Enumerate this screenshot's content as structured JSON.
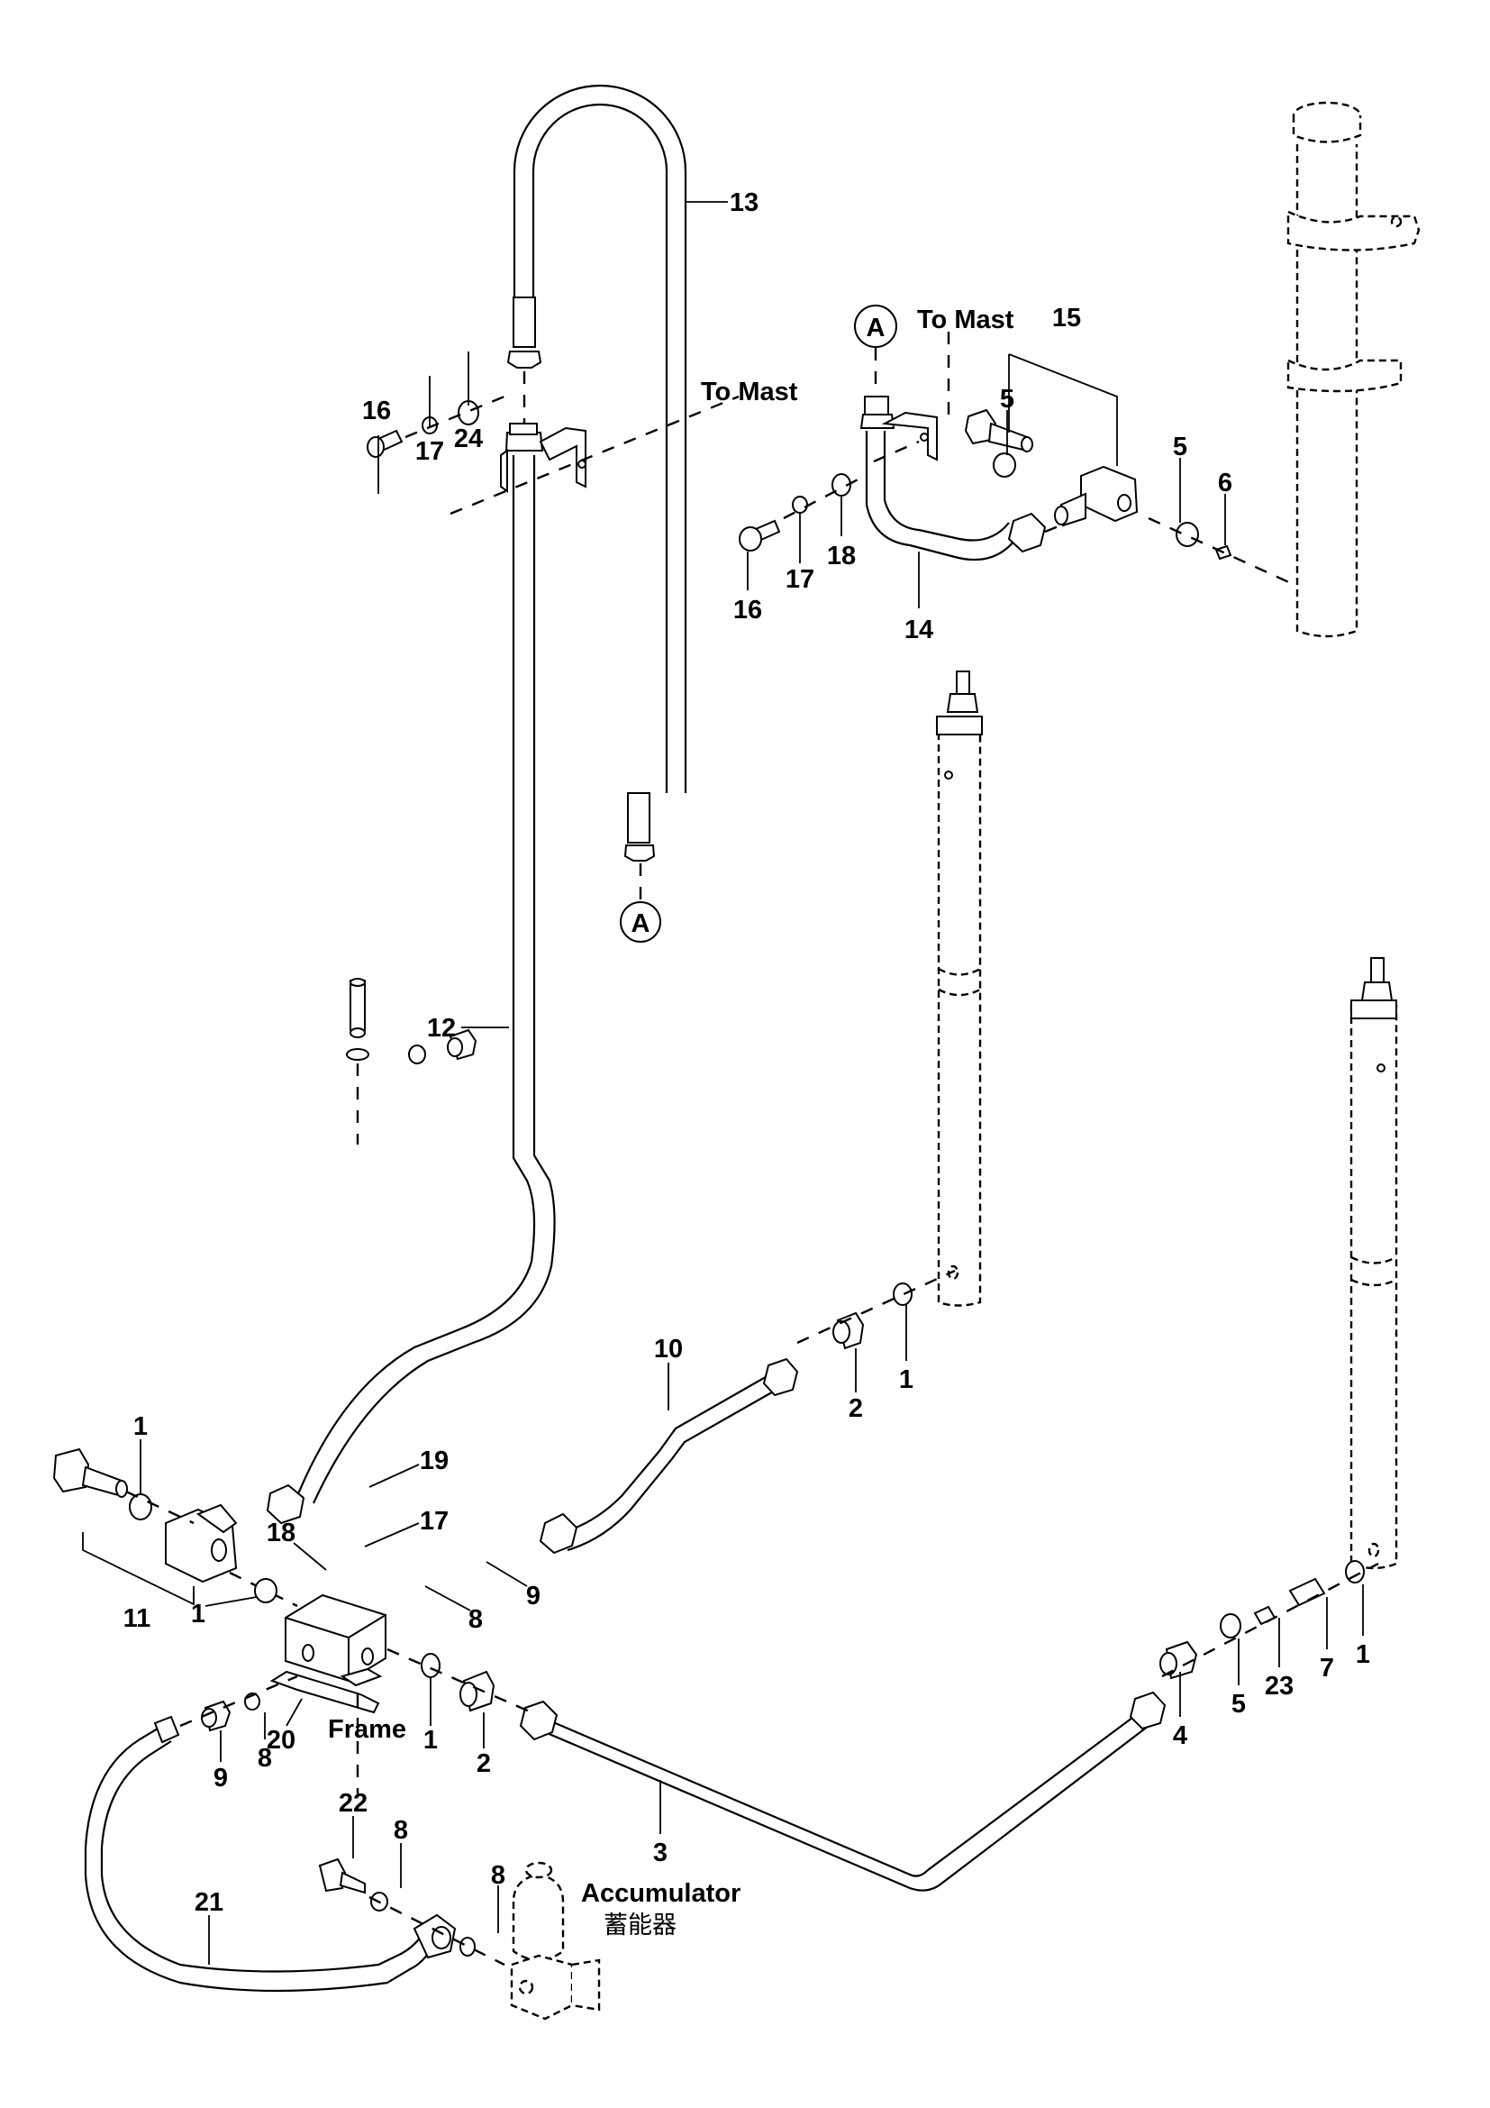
{
  "title": "Hydraulic piping exploded parts diagram",
  "text_labels": {
    "to_mast_upper": "To Mast",
    "to_mast_right": "To Mast",
    "frame": "Frame",
    "accumulator_en": "Accumulator",
    "accumulator_zh": "蓄能器",
    "ref_a_top": "A",
    "ref_a_bottom": "A"
  },
  "callouts": [
    {
      "id": "c13",
      "number": "13"
    },
    {
      "id": "c16a",
      "number": "16"
    },
    {
      "id": "c17a",
      "number": "17"
    },
    {
      "id": "c24",
      "number": "24"
    },
    {
      "id": "c15",
      "number": "15"
    },
    {
      "id": "c5a",
      "number": "5"
    },
    {
      "id": "c5b",
      "number": "5"
    },
    {
      "id": "c6",
      "number": "6"
    },
    {
      "id": "c16b",
      "number": "16"
    },
    {
      "id": "c17b",
      "number": "17"
    },
    {
      "id": "c18a",
      "number": "18"
    },
    {
      "id": "c14",
      "number": "14"
    },
    {
      "id": "c12",
      "number": "12"
    },
    {
      "id": "c10",
      "number": "10"
    },
    {
      "id": "c2a",
      "number": "2"
    },
    {
      "id": "c1a",
      "number": "1"
    },
    {
      "id": "c1b",
      "number": "1"
    },
    {
      "id": "c19",
      "number": "19"
    },
    {
      "id": "c17c",
      "number": "17"
    },
    {
      "id": "c18b",
      "number": "18"
    },
    {
      "id": "c11",
      "number": "11"
    },
    {
      "id": "c1c",
      "number": "1"
    },
    {
      "id": "c8a",
      "number": "8"
    },
    {
      "id": "c9a",
      "number": "9"
    },
    {
      "id": "c20",
      "number": "20"
    },
    {
      "id": "c1d",
      "number": "1"
    },
    {
      "id": "c2b",
      "number": "2"
    },
    {
      "id": "c9b",
      "number": "9"
    },
    {
      "id": "c8b",
      "number": "8"
    },
    {
      "id": "c3",
      "number": "3"
    },
    {
      "id": "c4",
      "number": "4"
    },
    {
      "id": "c5c",
      "number": "5"
    },
    {
      "id": "c23",
      "number": "23"
    },
    {
      "id": "c7",
      "number": "7"
    },
    {
      "id": "c1e",
      "number": "1"
    },
    {
      "id": "c22",
      "number": "22"
    },
    {
      "id": "c8c",
      "number": "8"
    },
    {
      "id": "c8d",
      "number": "8"
    },
    {
      "id": "c21",
      "number": "21"
    }
  ]
}
